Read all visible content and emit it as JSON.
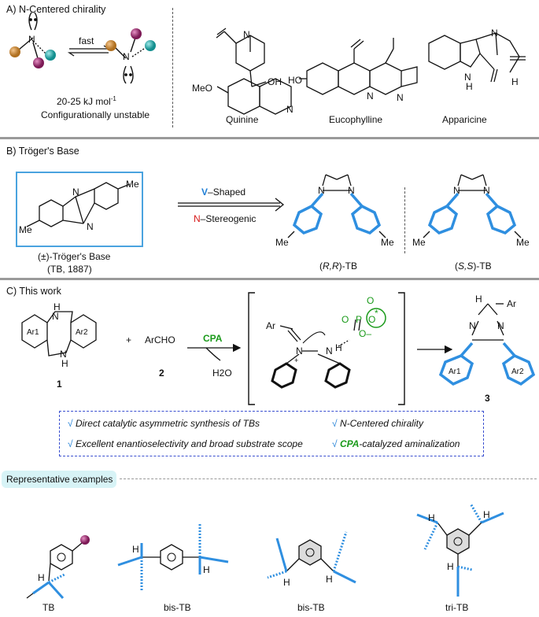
{
  "section_a": {
    "title": "A) N-Centered chirality",
    "arrow_label": "fast",
    "energy": "20-25 kJ mol",
    "energy_sup": "-1",
    "stability": "Configurationally unstable",
    "atom_n": "N",
    "compounds": [
      {
        "name": "Quinine",
        "labels": [
          "N",
          "OH",
          "MeO",
          "N"
        ]
      },
      {
        "name": "Eucophylline",
        "labels": [
          "HO",
          "N",
          "N"
        ]
      },
      {
        "name": "Apparicine",
        "labels": [
          "N",
          "N",
          "H",
          "H"
        ]
      }
    ]
  },
  "section_b": {
    "title": "B) Tröger's Base",
    "v_prefix": "V",
    "v_suffix": "–Shaped",
    "n_prefix": "N",
    "n_suffix": "–Stereogenic",
    "racemic_caption": "(±)-Tröger's Base",
    "racemic_subcaption": "(TB, 1887)",
    "rr_caption_pre": "(",
    "rr_caption_it": "R,R",
    "rr_caption_post": ")-TB",
    "ss_caption_pre": "(",
    "ss_caption_it": "S,S",
    "ss_caption_post": ")-TB",
    "atom_labels": {
      "n": "N",
      "me": "Me"
    }
  },
  "section_c": {
    "title": "C) This work",
    "plus": "+",
    "reagent": "ArCHO",
    "reagent_number": "2",
    "substrate_number": "1",
    "product_number": "3",
    "catalyst": "CPA",
    "byproduct": "H2O",
    "ts_labels": {
      "ar": "Ar",
      "o": "O",
      "p": "P",
      "o_minus": "O",
      "minus": "–",
      "star": "*",
      "h": "H",
      "n": "N",
      "plus": "+"
    },
    "atom_labels": {
      "h": "H",
      "n": "N",
      "ar1": "Ar1",
      "ar2": "Ar2",
      "ar": "Ar"
    },
    "features": [
      {
        "check": "√",
        "text": "Direct catalytic asymmetric synthesis of TBs"
      },
      {
        "check": "√",
        "text": "N-Centered chirality"
      },
      {
        "check": "√",
        "text": "Excellent enantioselectivity and broad substrate scope"
      },
      {
        "check": "√",
        "prefix": "CPA",
        "text": "-catalyzed aminalization"
      }
    ]
  },
  "representative": {
    "badge": "Representative examples",
    "examples": [
      {
        "label": "TB"
      },
      {
        "label": "bis-TB"
      },
      {
        "label": "bis-TB"
      },
      {
        "label": "tri-TB"
      }
    ],
    "h_label": "H"
  },
  "colors": {
    "accent_blue": "#1f7fd6",
    "bond_blue": "#2f8fe0",
    "stereo_red": "#d71a1a",
    "catalyst_green": "#1a9a1a",
    "check_blue": "#3a4fd0",
    "badge_bg": "#d7f3f6",
    "sphere_orange": "#c98a3a",
    "sphere_teal": "#2fb7b7",
    "sphere_magenta": "#b0307a"
  }
}
